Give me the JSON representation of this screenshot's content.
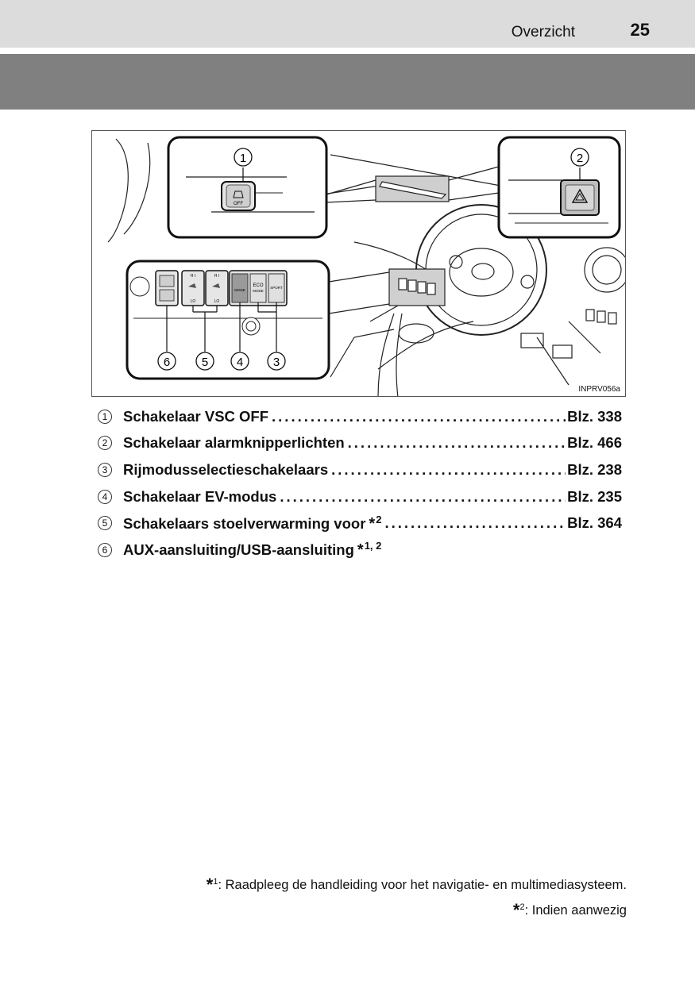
{
  "header": {
    "section": "Overzicht",
    "page_number": "25"
  },
  "figure": {
    "code": "INPRV056a",
    "callouts": [
      "1",
      "2",
      "6",
      "5",
      "4",
      "3"
    ],
    "panel_labels": {
      "vsc_off": "OFF",
      "hi": "H I",
      "lo": "LO",
      "ev_mode": "MODE",
      "eco": "ECO",
      "eco_mode": "MODE",
      "sport": "SPORT"
    }
  },
  "items": [
    {
      "num": "1",
      "label": "Schakelaar VSC OFF",
      "sup": "",
      "page": "Blz. 338"
    },
    {
      "num": "2",
      "label": "Schakelaar alarmknipperlichten",
      "sup": "",
      "page": "Blz. 466"
    },
    {
      "num": "3",
      "label": "Rijmodusselectieschakelaars",
      "sup": "",
      "page": "Blz. 238"
    },
    {
      "num": "4",
      "label": "Schakelaar EV-modus",
      "sup": "",
      "page": "Blz. 235"
    },
    {
      "num": "5",
      "label": "Schakelaars stoelverwarming voor",
      "sup": "2",
      "page": "Blz. 364"
    },
    {
      "num": "6",
      "label": "AUX-aansluiting/USB-aansluiting",
      "sup": "1, 2",
      "page": ""
    }
  ],
  "footnotes": [
    {
      "mark": "1",
      "text": ": Raadpleeg de handleiding voor het navigatie- en multimediasysteem."
    },
    {
      "mark": "2",
      "text": ": Indien aanwezig"
    }
  ]
}
